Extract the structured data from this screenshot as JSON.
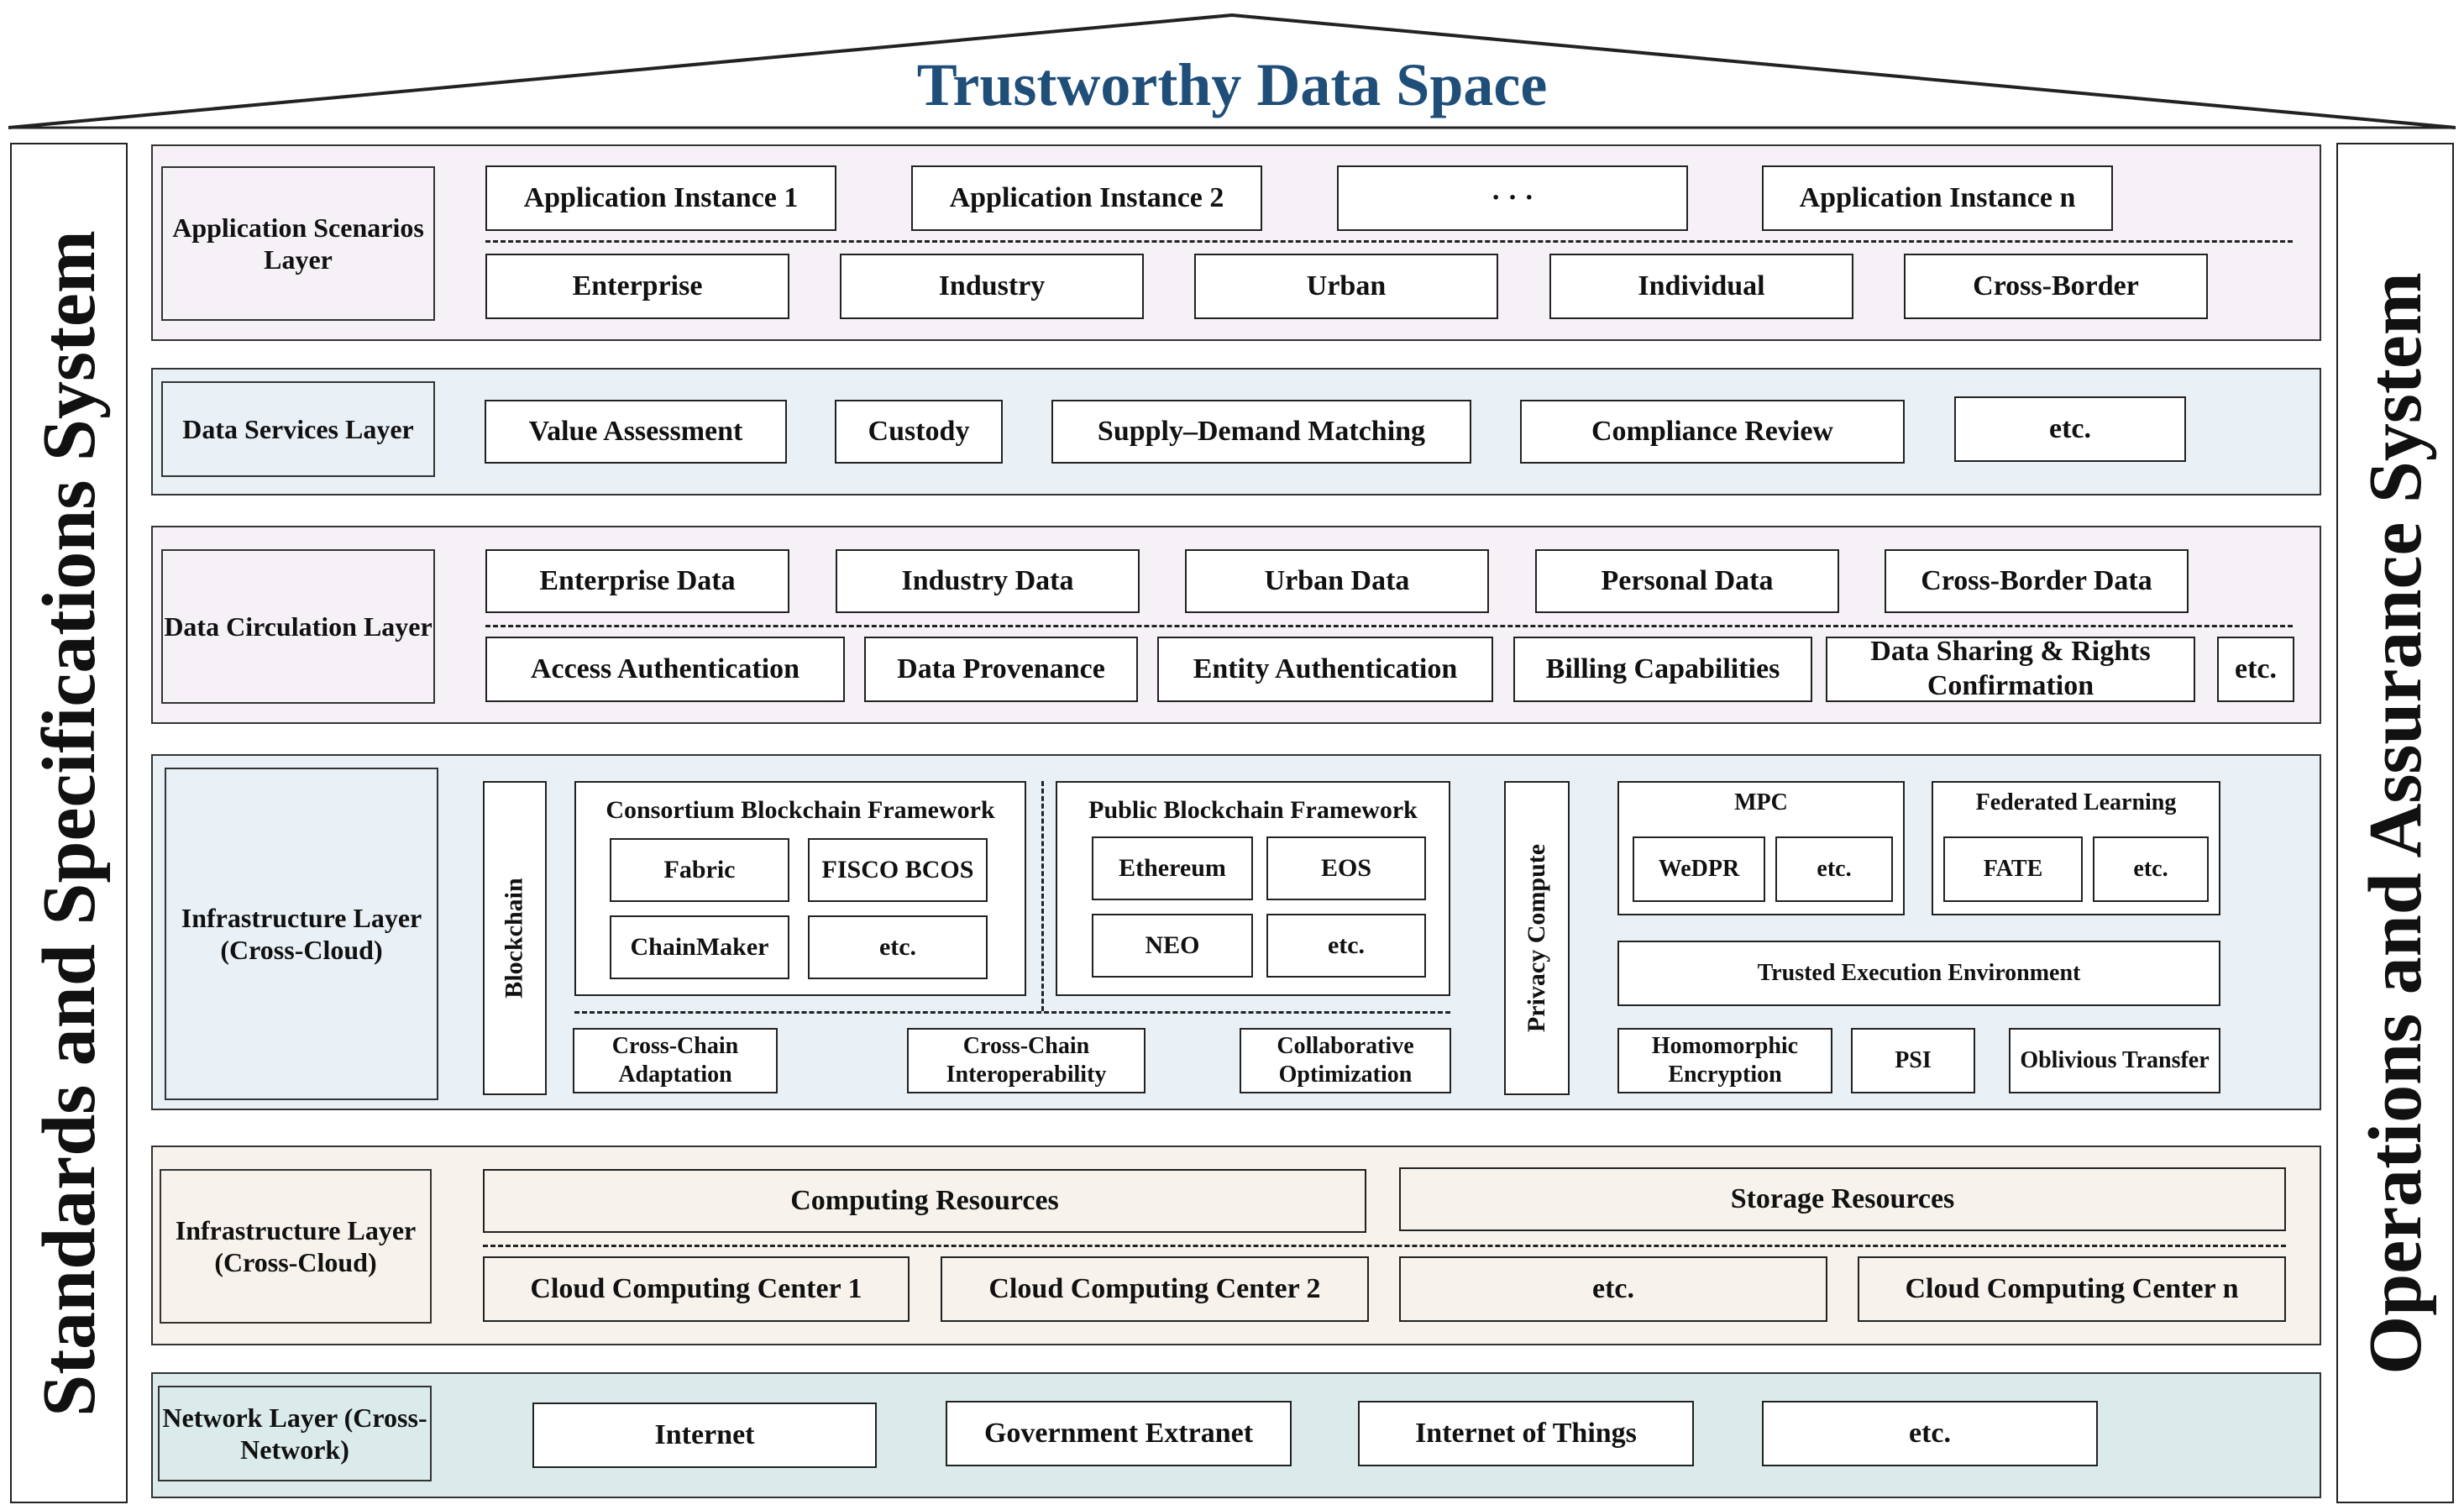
{
  "title": "Trustworthy Data Space",
  "left_pillar": "Standards and Specifications System",
  "right_pillar": "Operations and Assurance System",
  "colors": {
    "title": "#1f4e79",
    "application_layer_bg": "#f6f1f6",
    "services_layer_bg": "#eaf1f6",
    "circulation_layer_bg": "#f6f1f6",
    "infrastructure_layer_bg": "#eaf1f6",
    "resources_layer_bg": "#f7f3ec",
    "network_layer_bg": "#dbeaea"
  },
  "application": {
    "label": "Application Scenarios Layer",
    "instances": [
      "Application Instance 1",
      "Application Instance 2",
      "· · ·",
      "Application Instance n"
    ],
    "scenarios": [
      "Enterprise",
      "Industry",
      "Urban",
      "Individual",
      "Cross-Border"
    ]
  },
  "services": {
    "label": "Data Services Layer",
    "items": [
      "Value Assessment",
      "Custody",
      "Supply–Demand Matching",
      "Compliance Review",
      "etc."
    ]
  },
  "circulation": {
    "label": "Data Circulation Layer",
    "data_types": [
      "Enterprise Data",
      "Industry Data",
      "Urban Data",
      "Personal Data",
      "Cross-Border Data"
    ],
    "capabilities": [
      "Access Authentication",
      "Data Provenance",
      "Entity Authentication",
      "Billing Capabilities",
      "Data Sharing & Rights Confirmation",
      "etc."
    ]
  },
  "infrastructure": {
    "label": "Infrastructure Layer (Cross-Cloud)",
    "blockchain": {
      "label": "Blockchain",
      "consortium": {
        "title": "Consortium Blockchain Framework",
        "items": [
          "Fabric",
          "FISCO BCOS",
          "ChainMaker",
          "etc."
        ]
      },
      "public": {
        "title": "Public Blockchain Framework",
        "items": [
          "Ethereum",
          "EOS",
          "NEO",
          "etc."
        ]
      },
      "bottom": [
        "Cross-Chain Adaptation",
        "Cross-Chain Interoperability",
        "Collaborative Optimization"
      ]
    },
    "privacy": {
      "label": "Privacy Compute",
      "mpc": {
        "title": "MPC",
        "items": [
          "WeDPR",
          "etc."
        ]
      },
      "fl": {
        "title": "Federated Learning",
        "items": [
          "FATE",
          "etc."
        ]
      },
      "tee": "Trusted Execution Environment",
      "bottom": [
        "Homomorphic Encryption",
        "PSI",
        "Oblivious Transfer"
      ]
    }
  },
  "resources": {
    "label": "Infrastructure Layer (Cross-Cloud)",
    "computing": "Computing Resources",
    "storage": "Storage  Resources",
    "centers": [
      "Cloud Computing Center 1",
      "Cloud Computing Center 2",
      "etc.",
      "Cloud Computing Center n"
    ]
  },
  "network": {
    "label": "Network Layer (Cross-Network)",
    "items": [
      "Internet",
      "Government Extranet",
      "Internet of Things",
      "etc."
    ]
  }
}
